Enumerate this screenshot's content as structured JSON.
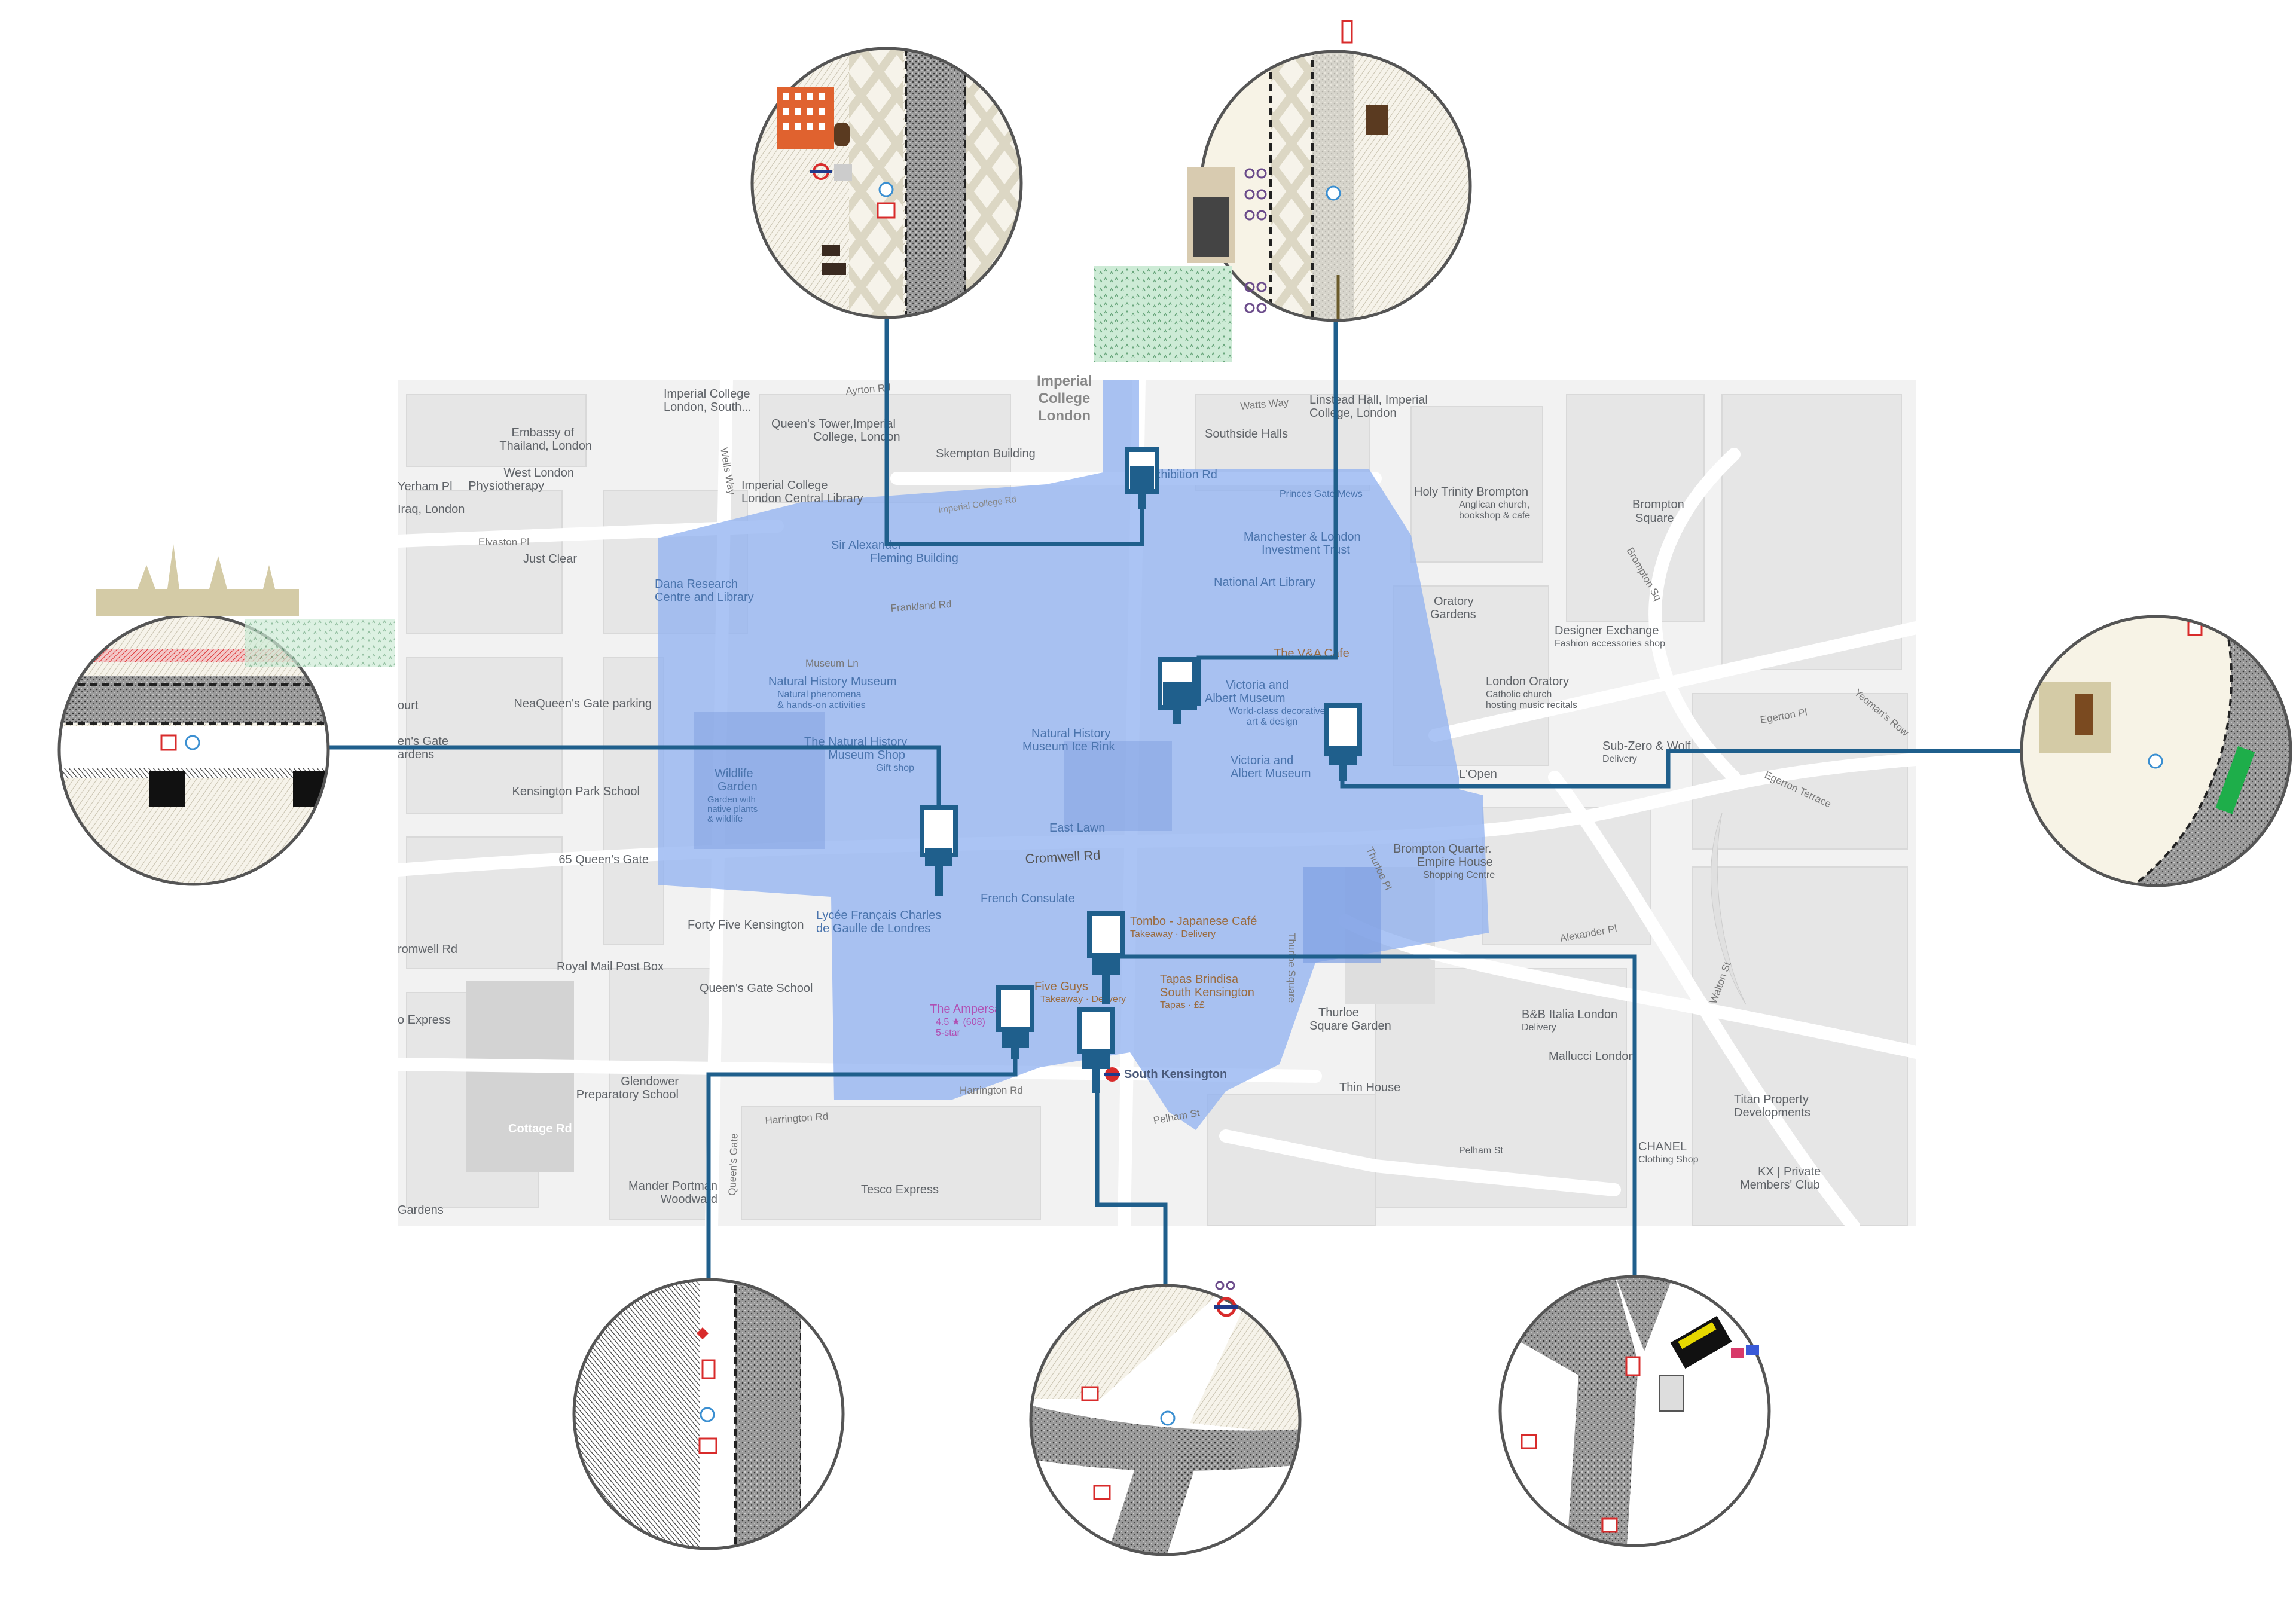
{
  "colors": {
    "connector": "#1f5f8c",
    "zone_fill": "#8fb0f0",
    "map_bg": "#f2f2f2",
    "road": "#ffffff",
    "label_blue": "#4a74ad",
    "label_grey": "#5f6368",
    "label_brown": "#9a6b3f",
    "label_purple": "#b04fb3",
    "station_red": "#d82b2b"
  },
  "pois_grey": [
    {
      "text": "Imperial College",
      "text2": "London, South..."
    },
    {
      "text": "Queen's Tower,Imperial",
      "text2": "College, London"
    },
    {
      "text": "Imperial College",
      "text2": "London"
    },
    {
      "text": "Skempton Building"
    },
    {
      "text": "Linstead Hall, Imperial",
      "text2": "College, London"
    },
    {
      "text": "Southside Halls"
    },
    {
      "text": "Embassy of",
      "text2": "Thailand, London"
    },
    {
      "text": "West London",
      "text2": "Physiotherapy"
    },
    {
      "text": "Imperial College",
      "text2": "London Central Library"
    },
    {
      "text": "Just Clear"
    },
    {
      "text": "NeaQueen's Gate parking"
    },
    {
      "text": "Kensington Park School"
    },
    {
      "text": "65 Queen's Gate"
    },
    {
      "text": "Forty Five Kensington"
    },
    {
      "text": "Royal Mail Post Box"
    },
    {
      "text": "Queen's Gate School"
    },
    {
      "text": "Glendower",
      "text2": "Preparatory School"
    },
    {
      "text": "Mander Portman",
      "text2": "Woodward"
    },
    {
      "text": "Tesco Express"
    },
    {
      "text": "Holy Trinity Brompton",
      "text2": "Anglican church,",
      "text3": "bookshop & cafe"
    },
    {
      "text": "Brompton",
      "text2": "Square"
    },
    {
      "text": "Oratory",
      "text2": "Gardens"
    },
    {
      "text": "Designer Exchange",
      "text2": "Fashion accessories shop"
    },
    {
      "text": "London Oratory",
      "text2": "Catholic church",
      "text3": "hosting music recitals"
    },
    {
      "text": "Sub-Zero & Wolf",
      "text2": "Delivery"
    },
    {
      "text": "Brompton Quarter.",
      "text2": "Empire House",
      "text3": "Shopping Centre"
    },
    {
      "text": "B&B Italia London",
      "text2": "Delivery"
    },
    {
      "text": "Mallucci London"
    },
    {
      "text": "Thin House"
    },
    {
      "text": "Titan Property",
      "text2": "Developments"
    },
    {
      "text": "CHANEL",
      "text2": "Clothing Shop"
    },
    {
      "text": "KX | Private",
      "text2": "Members' Club"
    },
    {
      "text": "Thurloe",
      "text2": "Square Garden"
    },
    {
      "text": "L'Open"
    },
    {
      "text": "Pelham St"
    }
  ],
  "pois_blue": [
    {
      "text": "Sir Alexander",
      "text2": "Fleming Building"
    },
    {
      "text": "Dana Research",
      "text2": "Centre and Library"
    },
    {
      "text": "Natural History Museum",
      "text2": "Natural phenomena",
      "text3": "& hands-on activities"
    },
    {
      "text": "The Natural History",
      "text2": "Museum Shop",
      "text3": "Gift shop"
    },
    {
      "text": "Natural History",
      "text2": "Museum Ice Rink"
    },
    {
      "text": "Wildlife",
      "text2": "Garden",
      "text3": "Garden with",
      "text4": "native plants",
      "text5": "& wildlife"
    },
    {
      "text": "East Lawn"
    },
    {
      "text": "Manchester & London",
      "text2": "Investment Trust"
    },
    {
      "text": "National Art Library"
    },
    {
      "text": "Victoria and",
      "text2": "Albert Museum",
      "text3": "World-class decorative",
      "text4": "art & design"
    },
    {
      "text": "Victoria and",
      "text2": "Albert Museum"
    },
    {
      "text": "French Consulate"
    },
    {
      "text": "Lycée Français Charles",
      "text2": "de Gaulle de Londres"
    },
    {
      "text": "Exhibition Rd"
    },
    {
      "text": "Imperial College Rd"
    },
    {
      "text": "Princes Gate Mews"
    }
  ],
  "pois_brown": [
    {
      "text": "The V&A Cafe"
    },
    {
      "text": "Tombo - Japanese Café",
      "text2": "Takeaway · Delivery"
    },
    {
      "text": "Five Guys",
      "text2": "Takeaway · Delivery"
    },
    {
      "text": "Tapas Brindisa",
      "text2": "South Kensington",
      "text3": "Tapas · ££"
    }
  ],
  "poi_purple": {
    "text": "The Ampersand",
    "text2": "4.5 ★ (608)",
    "text3": "5-star"
  },
  "station": {
    "text": "South Kensington"
  },
  "roads": [
    {
      "text": "Cromwell Rd"
    },
    {
      "text": "Harrington Rd"
    },
    {
      "text": "Queen's Gate"
    },
    {
      "text": "Frankland Rd"
    },
    {
      "text": "Museum Ln"
    },
    {
      "text": "Elvaston Pl"
    },
    {
      "text": "Thurloe Square"
    },
    {
      "text": "Alexander Pl"
    },
    {
      "text": "Egerton Pl"
    },
    {
      "text": "Egerton Terrace"
    },
    {
      "text": "Pelham St"
    },
    {
      "text": "Thurloe Pl"
    },
    {
      "text": "Walton St"
    },
    {
      "text": "Yeoman's Row"
    },
    {
      "text": "Wells Way"
    },
    {
      "text": "Ayrton Rd"
    },
    {
      "text": "Watts Way"
    },
    {
      "text": "Brompton Sq"
    },
    {
      "text": "Harrington Rd"
    }
  ],
  "title_labels": [
    {
      "text": "Imperial",
      "text2": "College",
      "text3": "London"
    }
  ],
  "edge_labels": [
    {
      "text": "Yerham Pl"
    },
    {
      "text": "Iraq, London"
    },
    {
      "text": "en's Gate"
    },
    {
      "text": "ardens"
    },
    {
      "text": "ourt"
    },
    {
      "text": "romwell Rd"
    },
    {
      "text": "o Express"
    },
    {
      "text": "Gardens"
    },
    {
      "text": "Cottage Rd"
    }
  ],
  "icons": {
    "bus_stop": "bus-stop-icon",
    "parking": "parking-icon",
    "cycle_hire": "cycle-hire-icon",
    "telephone": "telephone-box-icon",
    "underground": "underground-icon",
    "restaurant": "restaurant-icon",
    "museum": "museum-icon",
    "pin": "map-pin-icon"
  }
}
